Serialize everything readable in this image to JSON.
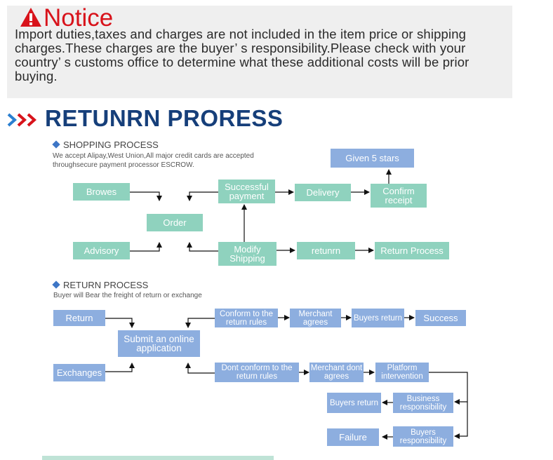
{
  "notice": {
    "title": "Notice",
    "body": "Import duties,taxes and charges are not included in the item price or shipping charges.These charges are the buyer’ s responsibility.Please check with your country’ s customs office to determine what these additional costs will be prior buying."
  },
  "section_title": "RETUNRN PRORESS",
  "shopping": {
    "heading": "SHOPPING PROCESS",
    "desc1": "We accept Alipay,West Union,All major credit cards are accepted",
    "desc2": "throughsecure payment processor ESCROW.",
    "nodes": {
      "browes": "Browes",
      "advisory": "Advisory",
      "order": "Order",
      "successful_payment": "Successful payment",
      "modify_shipping": "Modify Shipping",
      "delivery": "Delivery",
      "confirm_receipt": "Confirm receipt",
      "given_5_stars": "Given 5 stars",
      "retunrn": "retunrn",
      "return_process": "Return Process"
    }
  },
  "return": {
    "heading": "RETURN PROCESS",
    "desc": "Buyer will Bear the freight of return or exchange",
    "nodes": {
      "return": "Return",
      "exchanges": "Exchanges",
      "submit": "Submit an online application",
      "conform": "Conform to the return rules",
      "merchant_agrees": "Merchant agrees",
      "buyers_return_top": "Buyers return",
      "success": "Success",
      "dont_conform": "Dont conform to the return rules",
      "merchant_dont_agrees": "Merchant dont agrees",
      "platform_intervention": "Platform intervention",
      "buyers_return_mid": "Buyers return",
      "business_responsibility": "Business responsibility",
      "failure": "Failure",
      "buyers_responsibility": "Buyers responsibility"
    }
  },
  "colors": {
    "notice_red": "#d8131b",
    "title_blue": "#163f7a",
    "teal_box": "#8fd2be",
    "blue_box": "#8daedf"
  }
}
